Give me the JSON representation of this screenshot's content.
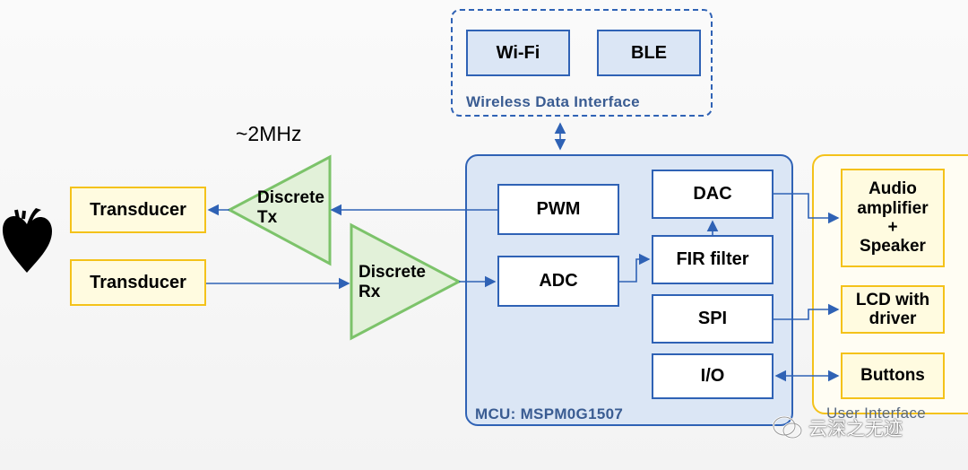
{
  "frequency_label": "~2MHz",
  "wireless": {
    "caption": "Wireless Data Interface",
    "wifi": "Wi-Fi",
    "ble": "BLE"
  },
  "mcu": {
    "caption": "MCU: MSPM0G1507",
    "pwm": "PWM",
    "adc": "ADC",
    "dac": "DAC",
    "fir": "FIR filter",
    "spi": "SPI",
    "io": "I/O"
  },
  "frontend": {
    "transducer_tx": "Transducer",
    "transducer_rx": "Transducer",
    "tx_line1": "Discrete",
    "tx_line2": "Tx",
    "rx_line1": "Discrete",
    "rx_line2": "Rx"
  },
  "user_interface": {
    "caption": "User Interface",
    "audio_line1": "Audio",
    "audio_line2": "amplifier",
    "audio_line3": "+",
    "audio_line4": "Speaker",
    "lcd_line1": "LCD with",
    "lcd_line2": "driver",
    "buttons": "Buttons"
  },
  "watermark": "云深之无迹",
  "colors": {
    "blue": "#2f62b5",
    "yellow": "#f4c21a",
    "green": "#7cc36a",
    "mcu_fill": "#dbe6f5"
  }
}
